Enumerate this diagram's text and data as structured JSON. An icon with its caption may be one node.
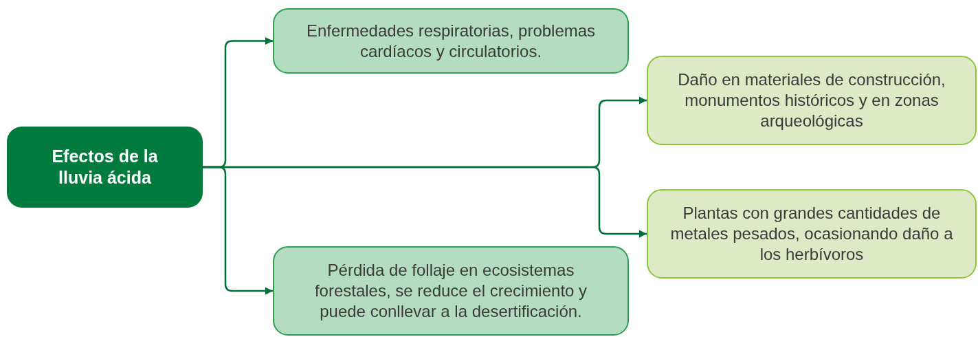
{
  "diagram": {
    "nodes": [
      {
        "text": [
          "Efectos de la lluvia ácida"
        ]
      },
      {
        "text": [
          "Enfermedades respiratorias, problemas cardíacos y circulatorios."
        ]
      },
      {
        "text": [
          "Daño en materiales de construcción, monumentos históricos y en zonas arqueológicas"
        ]
      },
      {
        "text": [
          "Plantas con grandes cantidades de metales pesados, ocasionando daño a los herbívoros"
        ]
      },
      {
        "text": [
          "Pérdida de follaje en ecosistemas forestales, se reduce el crecimiento y puede conllevar a la desertificación."
        ]
      }
    ],
    "edges": [
      {
        "from": 0,
        "to": 1,
        "arrow": "to"
      },
      {
        "from": 0,
        "to": 2,
        "arrow": "to"
      },
      {
        "from": 0,
        "to": 3,
        "arrow": "to"
      },
      {
        "from": 0,
        "to": 4,
        "arrow": "to"
      }
    ]
  }
}
